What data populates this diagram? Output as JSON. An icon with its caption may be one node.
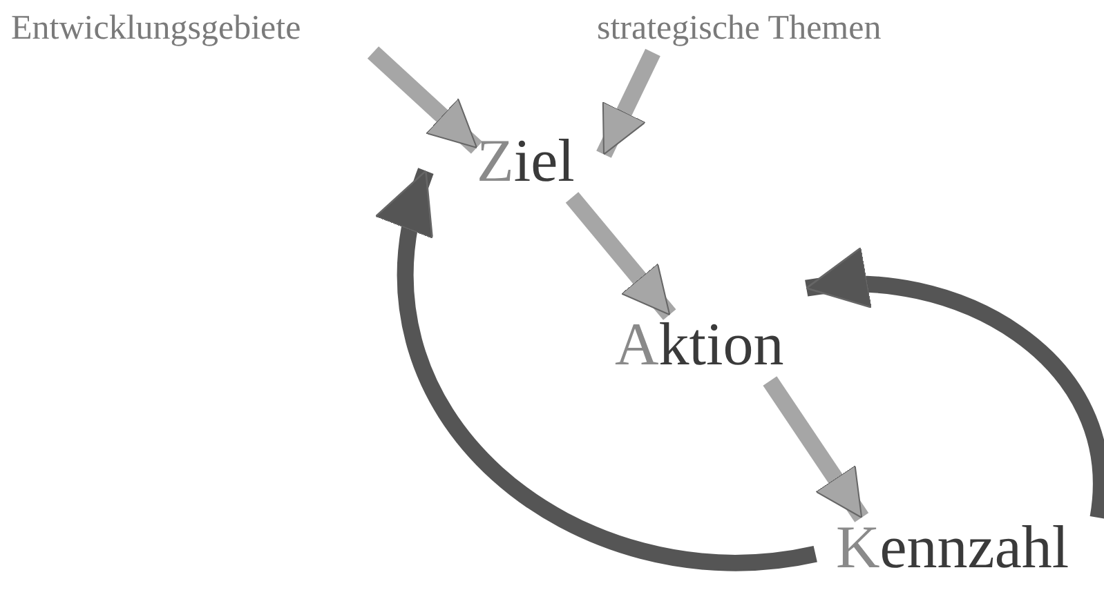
{
  "diagram": {
    "nodes": [
      {
        "text": [
          "Entwicklungsgebiete"
        ]
      },
      {
        "text": [
          "strategische Themen"
        ]
      },
      {
        "text": [
          "Ziel"
        ]
      },
      {
        "text": [
          "Aktion"
        ]
      },
      {
        "text": [
          "Kennzahl"
        ]
      }
    ],
    "edges": [
      {
        "from": 0,
        "to": 2,
        "arrow": "to"
      },
      {
        "from": 1,
        "to": 2,
        "arrow": "to"
      },
      {
        "from": 2,
        "to": 3,
        "arrow": "to"
      },
      {
        "from": 3,
        "to": 4,
        "arrow": "to"
      },
      {
        "from": 4,
        "to": 2,
        "arrow": "to",
        "color": "#555555"
      },
      {
        "from": 4,
        "to": 3,
        "arrow": "to",
        "color": "#555555"
      }
    ]
  }
}
